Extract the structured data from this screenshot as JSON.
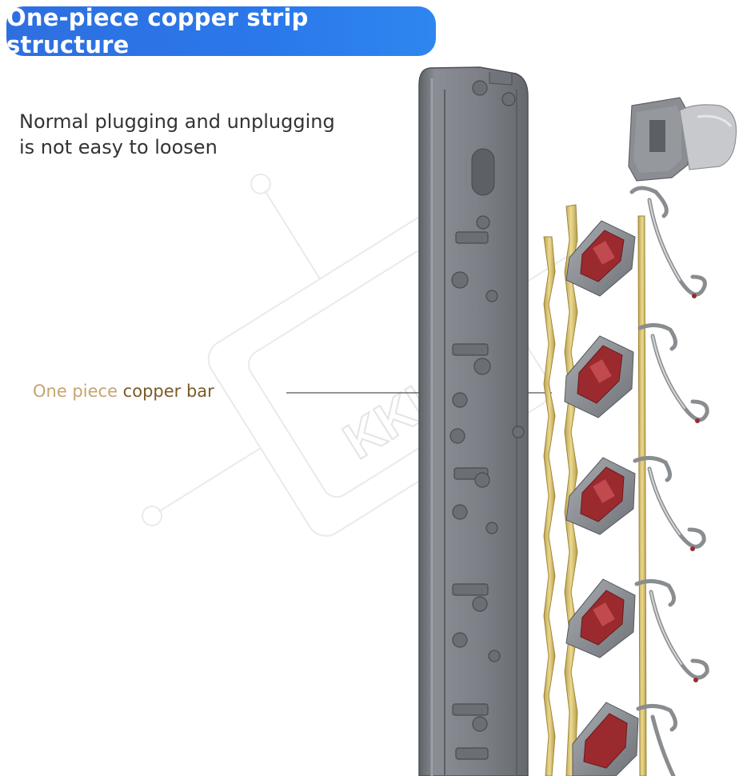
{
  "header": {
    "title": "One-piece copper strip structure"
  },
  "description": {
    "line1": "Normal plugging and unplugging",
    "line2": "is not easy to loosen"
  },
  "callout": {
    "part1": "One piece",
    "part2": "copper bar"
  },
  "watermark": {
    "text": "KKLA"
  },
  "colors": {
    "title_bg": "#2a78ea",
    "title_text": "#ffffff",
    "housing_gray": "#7b7f85",
    "copper_gold": "#d8c57a",
    "socket_red": "#9b2a2f",
    "callout_light": "#c6a470",
    "callout_dark": "#7a5a26"
  }
}
